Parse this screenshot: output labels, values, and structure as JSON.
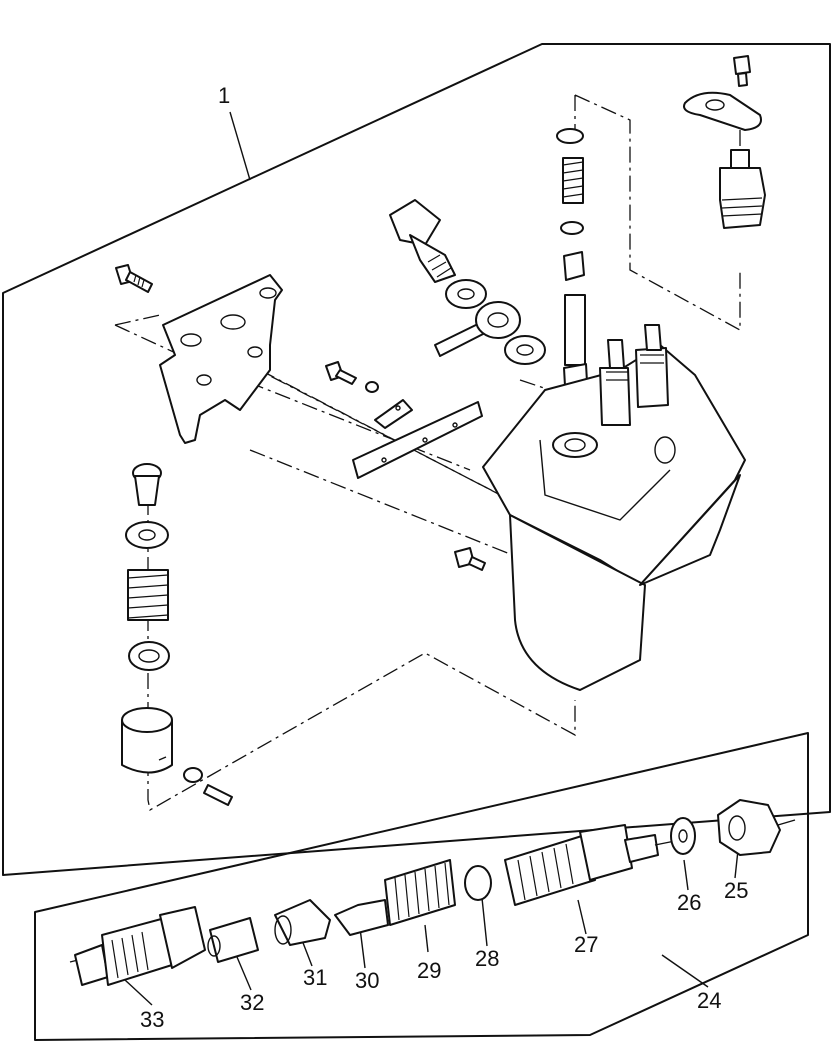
{
  "callouts": {
    "c1": "1",
    "c24": "24",
    "c25": "25",
    "c26": "26",
    "c27": "27",
    "c28": "28",
    "c29": "29",
    "c30": "30",
    "c31": "31",
    "c32": "32",
    "c33": "33"
  }
}
